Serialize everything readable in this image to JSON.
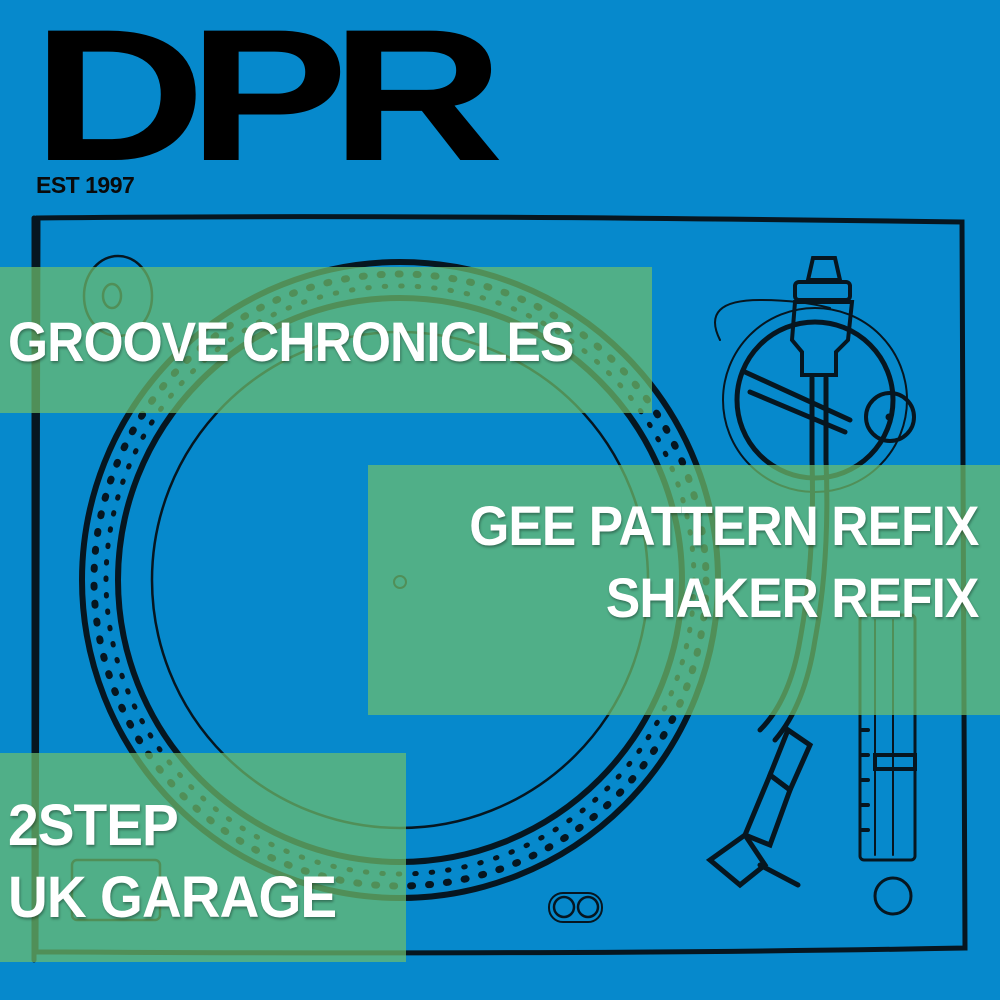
{
  "brand": {
    "logo": "DPR",
    "tagline": "EST 1997"
  },
  "release": {
    "title": "GROOVE CHRONICLES",
    "tracks": [
      "GEE PATTERN REFIX",
      "SHAKER REFIX"
    ],
    "genres": [
      "2STEP",
      "UK GARAGE"
    ]
  },
  "illustration": {
    "subject": "turntable-line-drawing"
  },
  "colors": {
    "background": "#0689CC",
    "overlay_green": "#4BA882",
    "line": "#061620",
    "text": "#FFFFFF",
    "logo": "#000000"
  }
}
